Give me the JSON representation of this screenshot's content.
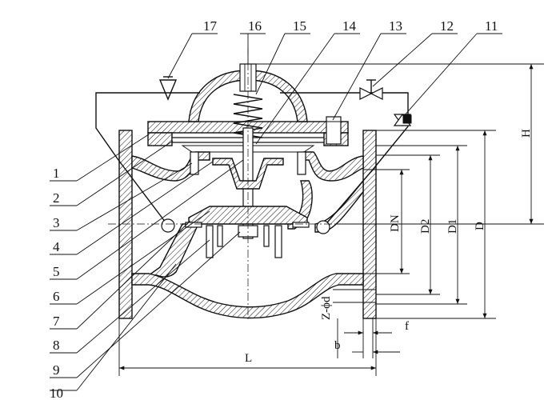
{
  "callouts": {
    "left": [
      "1",
      "2",
      "3",
      "4",
      "5",
      "6",
      "7",
      "8",
      "9",
      "10"
    ],
    "top": [
      "17",
      "16",
      "15",
      "14",
      "13",
      "12",
      "11"
    ]
  },
  "dimensions": {
    "H": "H",
    "D": "D",
    "D1": "D1",
    "D2": "D2",
    "DN": "DN",
    "L": "L",
    "f": "f",
    "b": "b",
    "zphid": "Z-ϕd"
  }
}
